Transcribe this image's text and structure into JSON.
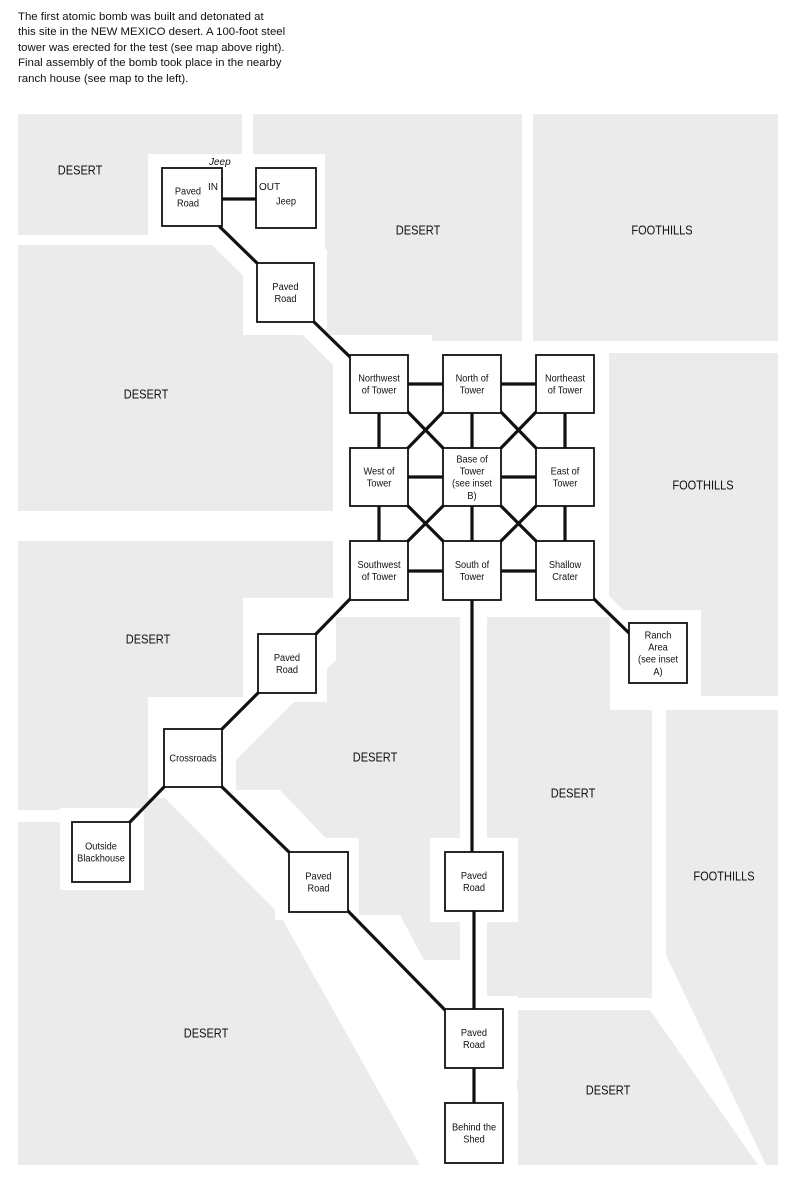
{
  "intro": {
    "lines": [
      "The first atomic bomb was built and detonated at",
      "this site in the NEW MEXICO desert. A 100-foot steel",
      "tower was erected for the test (see map above right).",
      "Final assembly of the bomb took place in the nearby",
      "ranch house (see map to the left)."
    ]
  },
  "regions": [
    {
      "id": "r1",
      "label": "DESERT"
    },
    {
      "id": "r2",
      "label": "DESERT"
    },
    {
      "id": "r3",
      "label": "FOOTHILLS"
    },
    {
      "id": "r4",
      "label": "DESERT"
    },
    {
      "id": "r5",
      "label": "FOOTHILLS"
    },
    {
      "id": "r6",
      "label": "DESERT"
    },
    {
      "id": "r7",
      "label": "DESERT"
    },
    {
      "id": "r8",
      "label": "DESERT"
    },
    {
      "id": "r9",
      "label": "FOOTHILLS"
    },
    {
      "id": "r10",
      "label": "DESERT"
    },
    {
      "id": "r11",
      "label": "DESERT"
    }
  ],
  "locations": [
    {
      "id": "paved1",
      "lines": [
        "Paved",
        "Road"
      ]
    },
    {
      "id": "jeep",
      "lines": [
        "Jeep"
      ]
    },
    {
      "id": "paved2",
      "lines": [
        "Paved",
        "Road"
      ]
    },
    {
      "id": "nw",
      "lines": [
        "Northwest",
        "of Tower"
      ]
    },
    {
      "id": "n",
      "lines": [
        "North of",
        "Tower"
      ]
    },
    {
      "id": "ne",
      "lines": [
        "Northeast",
        "of Tower"
      ]
    },
    {
      "id": "w",
      "lines": [
        "West of",
        "Tower"
      ]
    },
    {
      "id": "base",
      "lines": [
        "Base of",
        "Tower",
        "(see inset",
        "B)"
      ]
    },
    {
      "id": "e",
      "lines": [
        "East of",
        "Tower"
      ]
    },
    {
      "id": "sw",
      "lines": [
        "Southwest",
        "of Tower"
      ]
    },
    {
      "id": "s",
      "lines": [
        "South of",
        "Tower"
      ]
    },
    {
      "id": "crater",
      "lines": [
        "Shallow",
        "Crater"
      ]
    },
    {
      "id": "ranch",
      "lines": [
        "Ranch",
        "Area",
        "(see inset",
        "A)"
      ]
    },
    {
      "id": "paved3",
      "lines": [
        "Paved",
        "Road"
      ]
    },
    {
      "id": "cross",
      "lines": [
        "Crossroads"
      ]
    },
    {
      "id": "black",
      "lines": [
        "Outside",
        "Blackhouse"
      ]
    },
    {
      "id": "paved4",
      "lines": [
        "Paved",
        "Road"
      ]
    },
    {
      "id": "paved5",
      "lines": [
        "Paved",
        "Road"
      ]
    },
    {
      "id": "paved6",
      "lines": [
        "Paved",
        "Road"
      ]
    },
    {
      "id": "shed",
      "lines": [
        "Behind the",
        "Shed"
      ]
    }
  ],
  "tags": {
    "jeep_top": "Jeep",
    "in": "IN",
    "out": "OUT"
  }
}
